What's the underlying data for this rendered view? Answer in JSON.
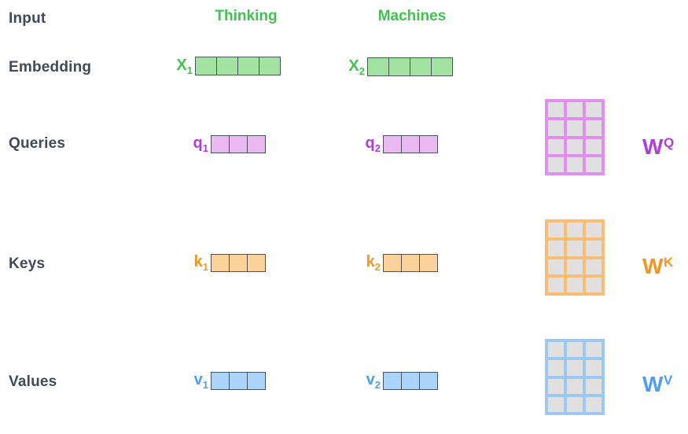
{
  "row_labels": {
    "input": "Input",
    "embedding": "Embedding",
    "queries": "Queries",
    "keys": "Keys",
    "values": "Values"
  },
  "words": {
    "word1": "Thinking",
    "word2": "Machines"
  },
  "vectors": {
    "x1": {
      "base": "X",
      "sub": "1",
      "cells": 4,
      "fill": "#a3e3a2",
      "label_color": "#3ec44d"
    },
    "x2": {
      "base": "X",
      "sub": "2",
      "cells": 4,
      "fill": "#a3e3a2",
      "label_color": "#3ec44d"
    },
    "q1": {
      "base": "q",
      "sub": "1",
      "cells": 3,
      "fill": "#eab9f2",
      "label_color": "#b03be0"
    },
    "q2": {
      "base": "q",
      "sub": "2",
      "cells": 3,
      "fill": "#eab9f2",
      "label_color": "#b03be0"
    },
    "k1": {
      "base": "k",
      "sub": "1",
      "cells": 3,
      "fill": "#fcd29a",
      "label_color": "#f7941e"
    },
    "k2": {
      "base": "k",
      "sub": "2",
      "cells": 3,
      "fill": "#fcd29a",
      "label_color": "#f7941e"
    },
    "v1": {
      "base": "v",
      "sub": "1",
      "cells": 3,
      "fill": "#abd5f8",
      "label_color": "#4d9ef6"
    },
    "v2": {
      "base": "v",
      "sub": "2",
      "cells": 3,
      "fill": "#abd5f8",
      "label_color": "#4d9ef6"
    }
  },
  "matrices": {
    "wq": {
      "base": "W",
      "sup": "Q",
      "rows": 4,
      "cols": 3,
      "border": "#e08ff0",
      "cell_fill": "#e0e0e0",
      "label_color": "#b03be0"
    },
    "wk": {
      "base": "W",
      "sup": "K",
      "rows": 4,
      "cols": 3,
      "border": "#fbbd72",
      "cell_fill": "#e0e0e0",
      "label_color": "#f7941e"
    },
    "wv": {
      "base": "W",
      "sup": "V",
      "rows": 4,
      "cols": 3,
      "border": "#9bc9f4",
      "cell_fill": "#e0e0e0",
      "label_color": "#4d9ef6"
    }
  },
  "colors": {
    "background": "#ffffff",
    "row_label_text": "#414a57",
    "vector_border": "#49525f",
    "green_text": "#3ec44d",
    "purple_text": "#b03be0",
    "orange_text": "#f7941e",
    "blue_text": "#4d9ef6"
  }
}
